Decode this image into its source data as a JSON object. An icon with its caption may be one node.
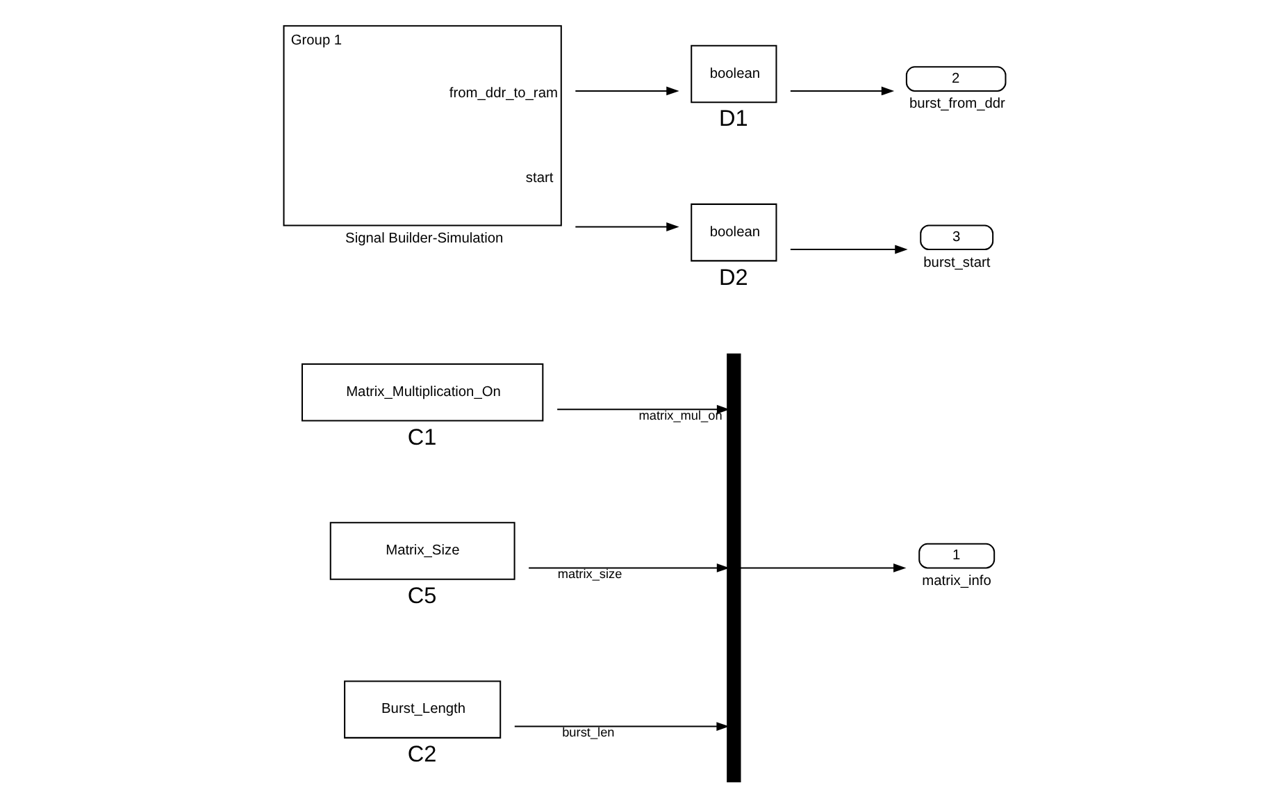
{
  "diagram": {
    "nodes": [
      {
        "text": [
          "Matrix_Multiplication_On"
        ],
        "beside": [
          "C1"
        ]
      },
      {
        "text": [
          "Matrix_Size"
        ],
        "beside": [
          "C5"
        ]
      },
      {
        "text": [
          "Burst_Length"
        ],
        "beside": [
          "C2"
        ]
      },
      {
        "text": [],
        "shape": "bar"
      },
      {
        "text": [
          "1"
        ],
        "beside": [
          "matrix_info"
        ]
      },
      {
        "text": [
          "Group 1",
          "from_ddr_to_ram",
          "start"
        ],
        "beside": [
          "Signal Builder-Simulation"
        ]
      },
      {
        "text": [
          "boolean"
        ],
        "beside": [
          "D1"
        ]
      },
      {
        "text": [
          "boolean"
        ],
        "beside": [
          "D2"
        ]
      },
      {
        "text": [
          "2"
        ],
        "beside": [
          "burst_from_ddr"
        ]
      },
      {
        "text": [
          "3"
        ],
        "beside": [
          "burst_start"
        ]
      }
    ],
    "edges": [
      {
        "from": 0,
        "to": 3,
        "arrow": "to",
        "label": "matrix_mul_on"
      },
      {
        "from": 1,
        "to": 3,
        "arrow": "to",
        "label": "matrix_size"
      },
      {
        "from": 2,
        "to": 3,
        "arrow": "to",
        "label": "burst_len"
      },
      {
        "from": 3,
        "to": 4,
        "arrow": "to"
      },
      {
        "from": 5,
        "to": 6,
        "arrow": "to"
      },
      {
        "from": 6,
        "to": 8,
        "arrow": "to"
      },
      {
        "from": 5,
        "to": 7,
        "arrow": "to"
      },
      {
        "from": 7,
        "to": 9,
        "arrow": "to"
      }
    ]
  }
}
